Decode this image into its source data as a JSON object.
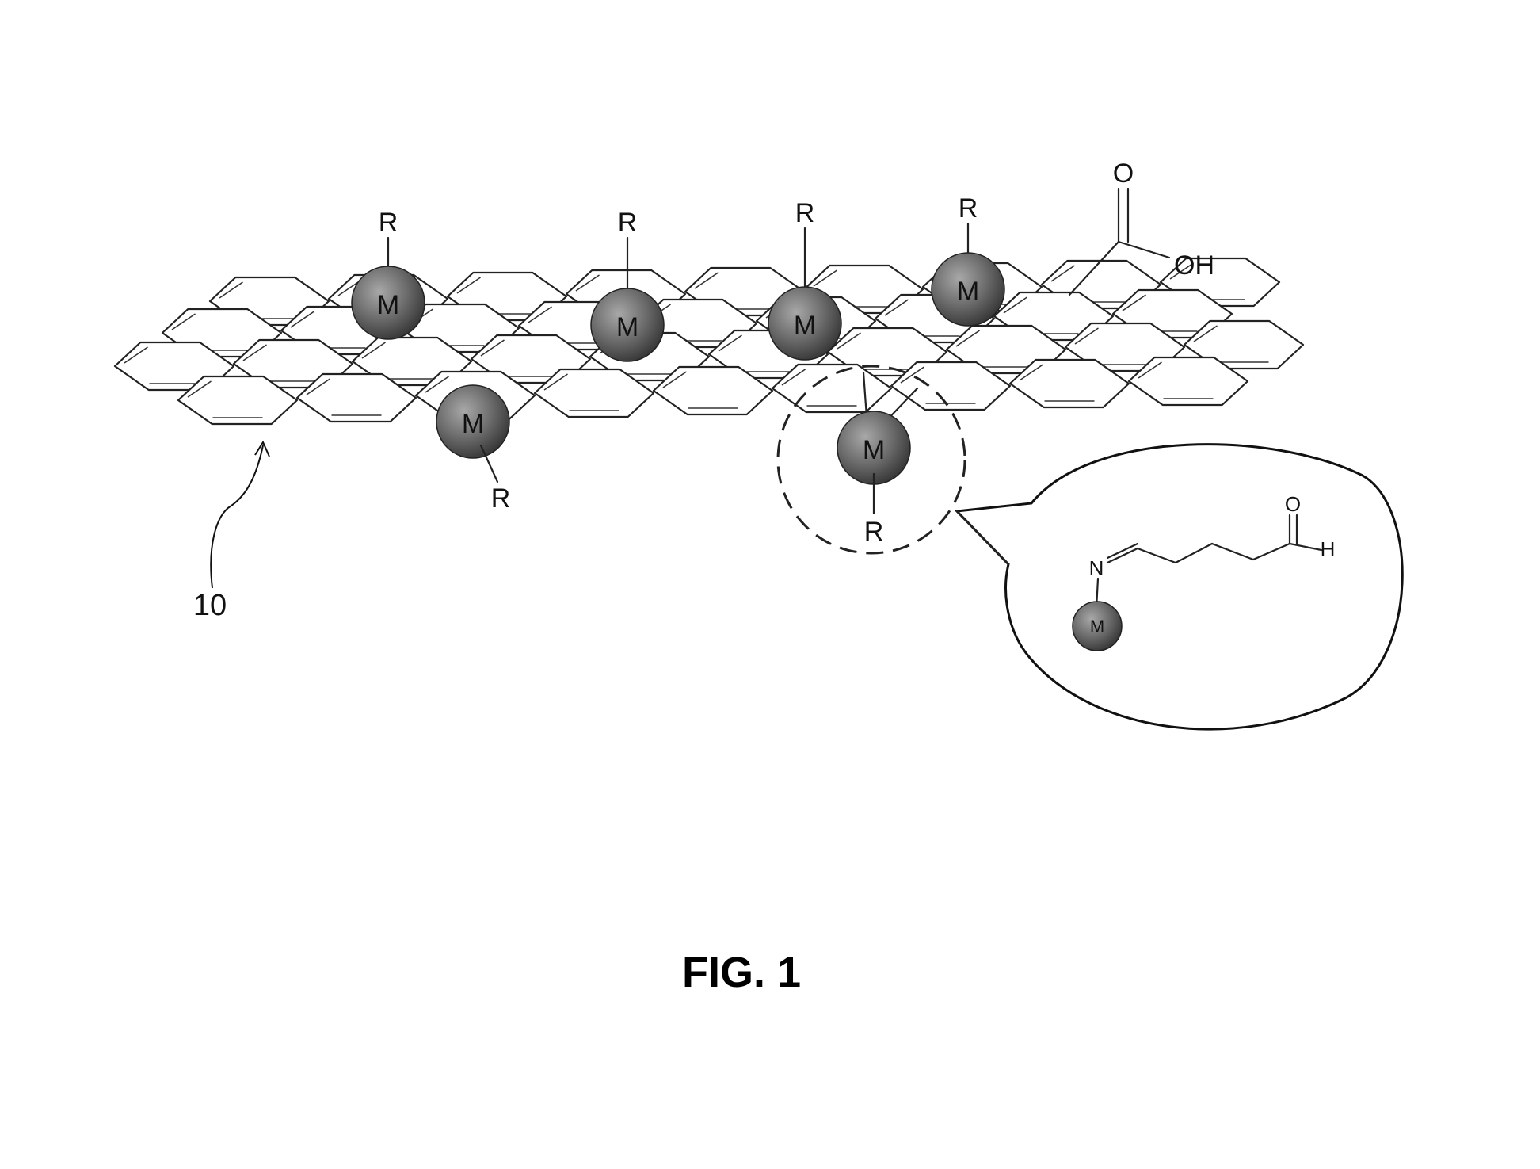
{
  "figure": {
    "caption": "FIG. 1",
    "reference_numeral": "10",
    "metal_label": "M",
    "group_label": "R",
    "carboxyl": {
      "oxygen": "O",
      "hydroxyl": "OH"
    },
    "inset": {
      "nitrogen": "N",
      "oxygen": "O",
      "hydrogen": "H",
      "metal": "M"
    }
  },
  "colors": {
    "ink": "#111111",
    "sphere_dark": "#3e3e3e",
    "sphere_light": "#9a9a9a"
  }
}
